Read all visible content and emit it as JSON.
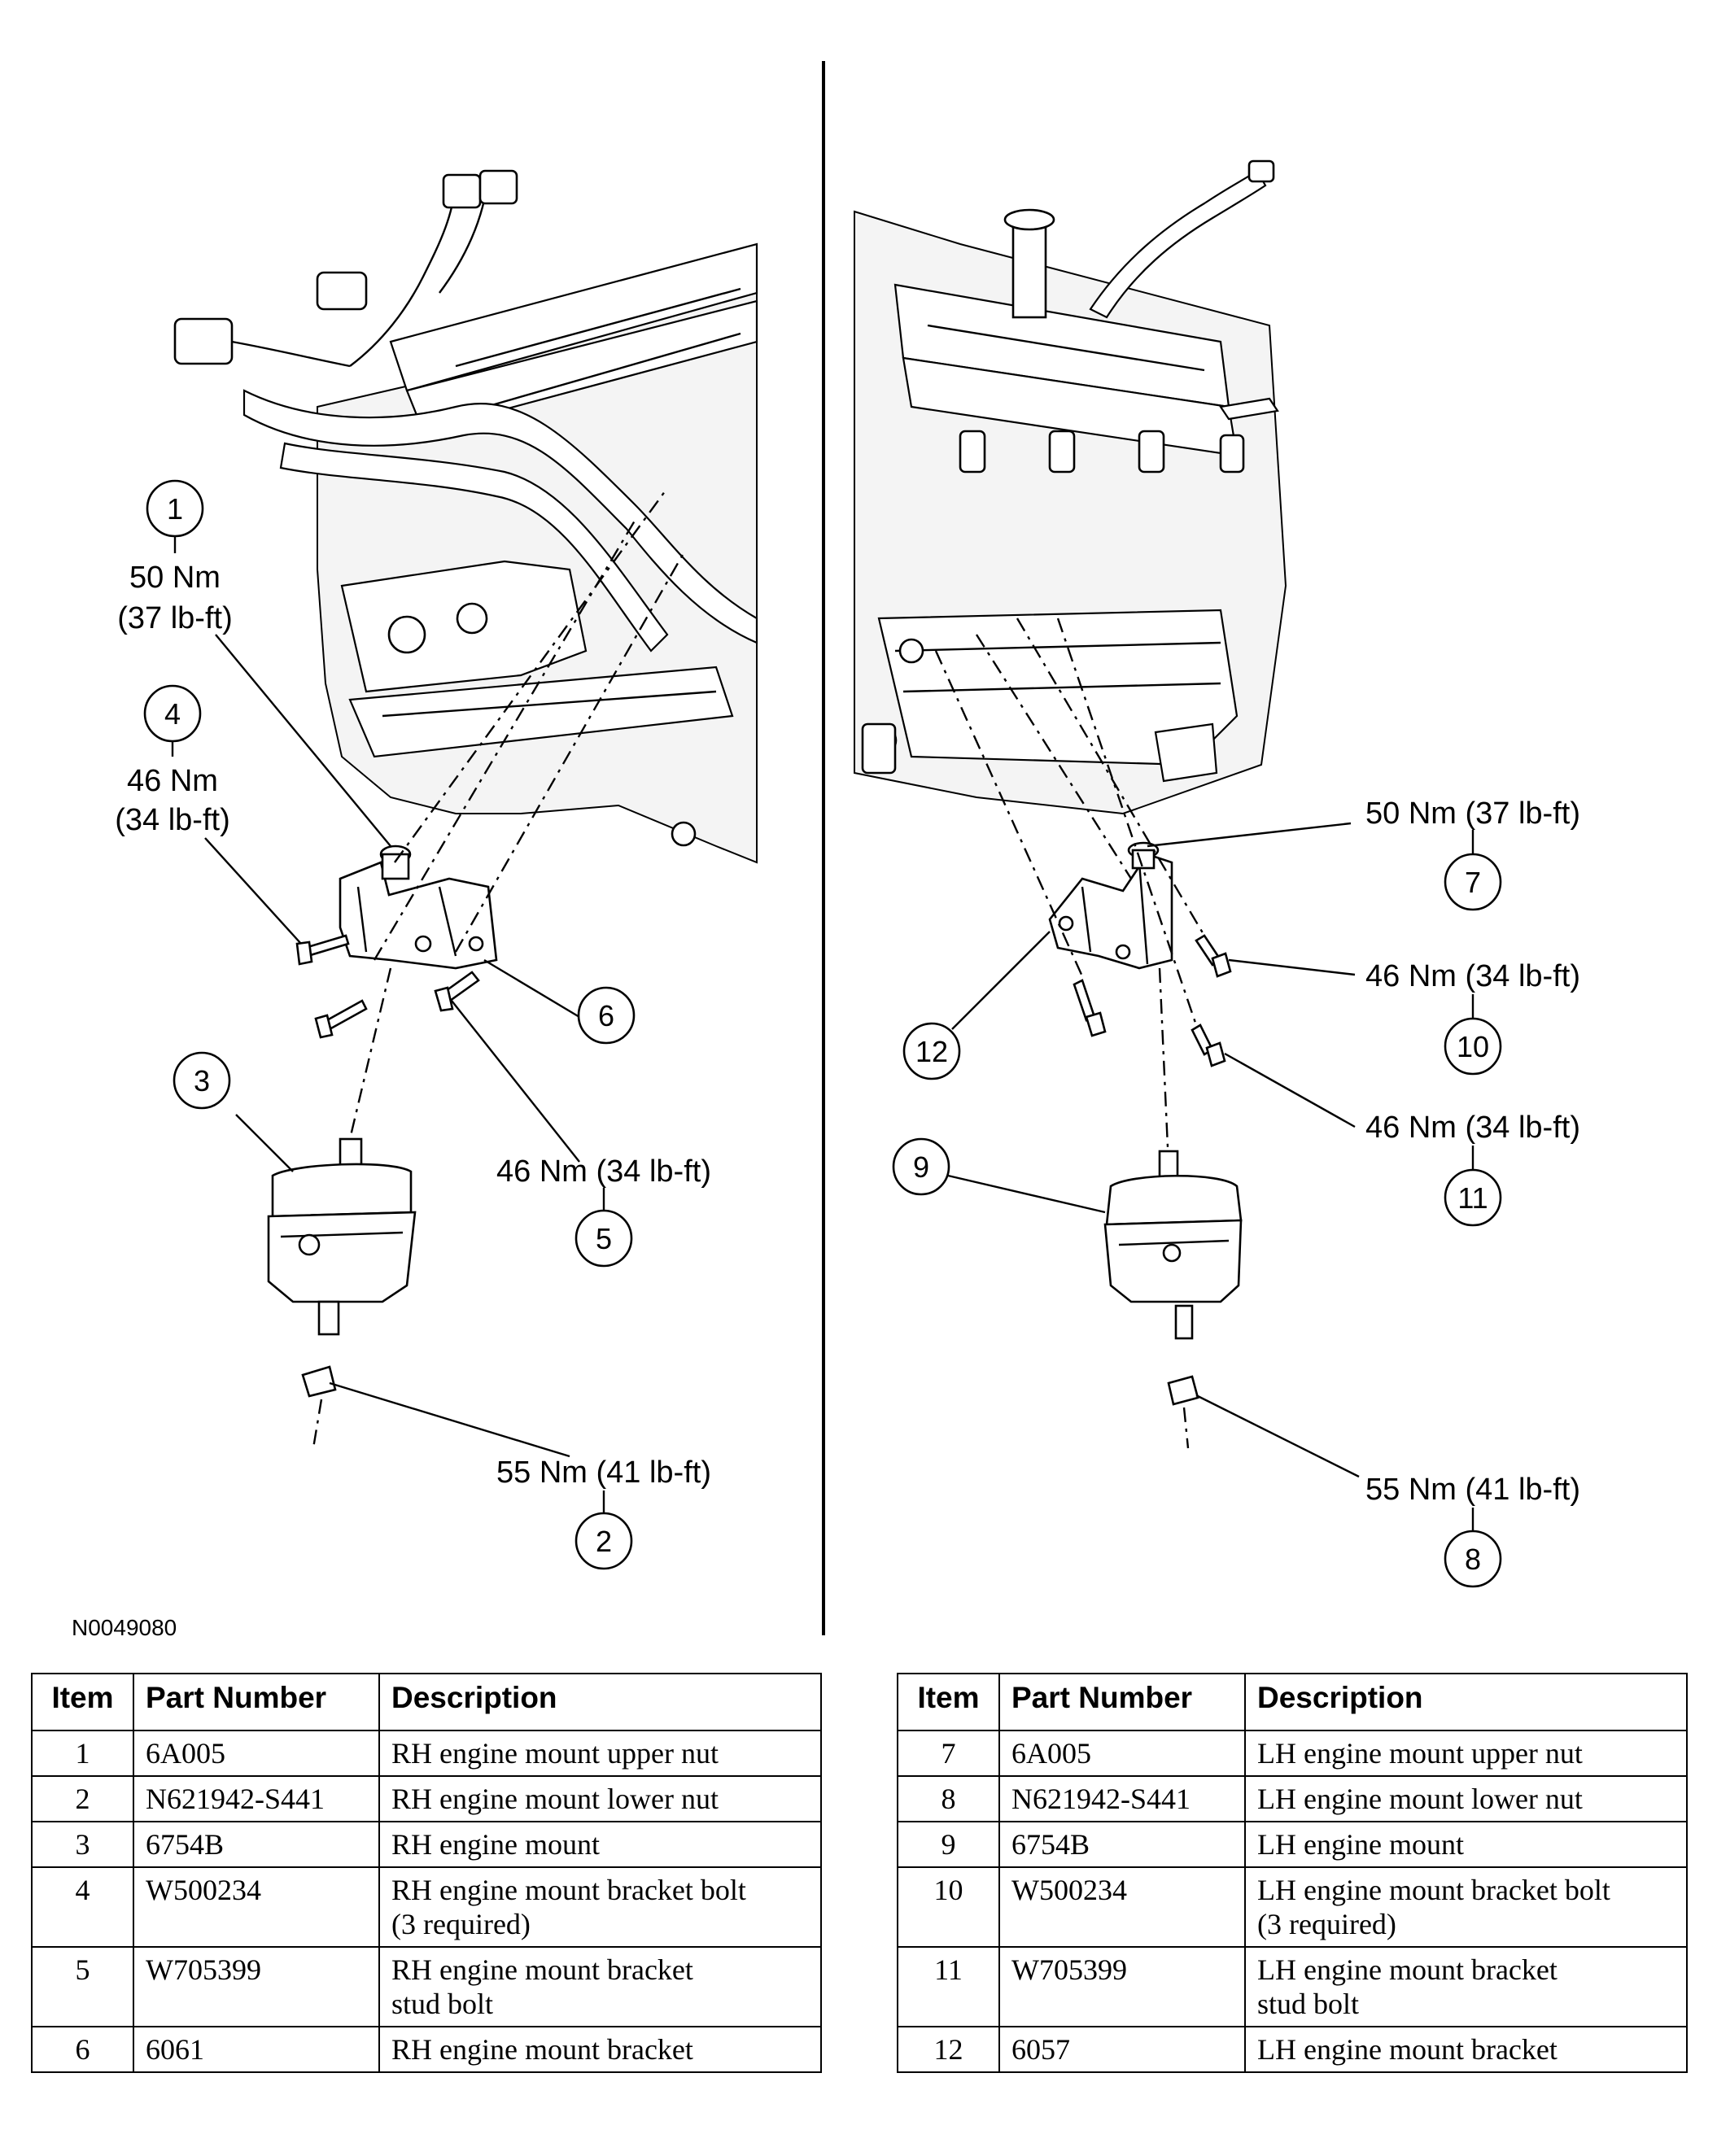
{
  "figure_id": "N0049080",
  "callouts": [
    {
      "item": "1",
      "torque": [
        "50 Nm",
        "(37 lb-ft)"
      ]
    },
    {
      "item": "2",
      "torque": [
        "55 Nm (41 lb-ft)"
      ]
    },
    {
      "item": "3",
      "torque": []
    },
    {
      "item": "4",
      "torque": [
        "46 Nm",
        "(34 lb-ft)"
      ]
    },
    {
      "item": "5",
      "torque": [
        "46 Nm (34 lb-ft)"
      ]
    },
    {
      "item": "6",
      "torque": []
    },
    {
      "item": "7",
      "torque": [
        "50 Nm (37 lb-ft)"
      ]
    },
    {
      "item": "8",
      "torque": [
        "55 Nm (41 lb-ft)"
      ]
    },
    {
      "item": "9",
      "torque": []
    },
    {
      "item": "10",
      "torque": [
        "46 Nm (34 lb-ft)"
      ]
    },
    {
      "item": "11",
      "torque": [
        "46 Nm (34 lb-ft)"
      ]
    },
    {
      "item": "12",
      "torque": []
    }
  ],
  "tables": {
    "headers": [
      "Item",
      "Part Number",
      "Description"
    ],
    "left": [
      {
        "item": "1",
        "part": "6A005",
        "desc": [
          "RH engine mount upper nut"
        ]
      },
      {
        "item": "2",
        "part": "N621942-S441",
        "desc": [
          "RH engine mount lower nut"
        ]
      },
      {
        "item": "3",
        "part": "6754B",
        "desc": [
          "RH engine mount"
        ]
      },
      {
        "item": "4",
        "part": "W500234",
        "desc": [
          "RH engine mount bracket bolt",
          "(3 required)"
        ]
      },
      {
        "item": "5",
        "part": "W705399",
        "desc": [
          "RH engine mount bracket",
          "stud bolt"
        ]
      },
      {
        "item": "6",
        "part": "6061",
        "desc": [
          "RH engine mount bracket"
        ]
      }
    ],
    "right": [
      {
        "item": "7",
        "part": "6A005",
        "desc": [
          "LH engine mount upper nut"
        ]
      },
      {
        "item": "8",
        "part": "N621942-S441",
        "desc": [
          "LH engine mount lower nut"
        ]
      },
      {
        "item": "9",
        "part": "6754B",
        "desc": [
          "LH engine mount"
        ]
      },
      {
        "item": "10",
        "part": "W500234",
        "desc": [
          "LH engine mount bracket bolt",
          "(3 required)"
        ]
      },
      {
        "item": "11",
        "part": "W705399",
        "desc": [
          "LH engine mount bracket",
          "stud bolt"
        ]
      },
      {
        "item": "12",
        "part": "6057",
        "desc": [
          "LH engine mount bracket"
        ]
      }
    ]
  }
}
